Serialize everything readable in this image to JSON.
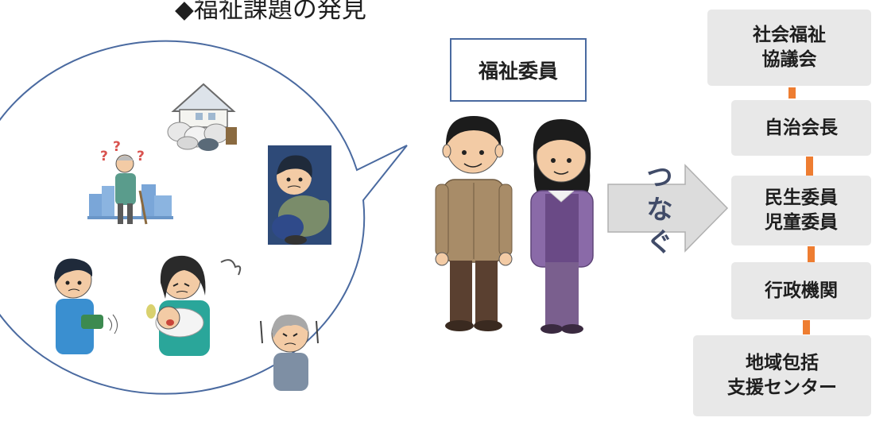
{
  "title": "◆福祉課題の発見",
  "role_label": "福祉委員",
  "connect_label": [
    "つ",
    "な",
    "ぐ"
  ],
  "organizations": [
    {
      "label": "社会福祉\n協議会"
    },
    {
      "label": "自治会長"
    },
    {
      "label": "民生委員\n児童委員"
    },
    {
      "label": "行政機関"
    },
    {
      "label": "地域包括\n支援センター"
    }
  ],
  "colors": {
    "bubble_stroke": "#4a6aa0",
    "role_box_border": "#4a6aa0",
    "arrow_fill": "#dcdcdc",
    "arrow_stroke": "#b0b0b0",
    "org_box": "#e8e8e8",
    "connector": "#ee7d31",
    "connect_text": "#404b68"
  },
  "illustrations": [
    "cluttered-house-icon",
    "confused-elderly-icon",
    "isolated-child-icon",
    "child-with-wallet-icon",
    "mother-with-crying-baby-icon",
    "worried-elderly-icon",
    "welfare-commissioner-man-icon",
    "welfare-commissioner-woman-icon"
  ]
}
